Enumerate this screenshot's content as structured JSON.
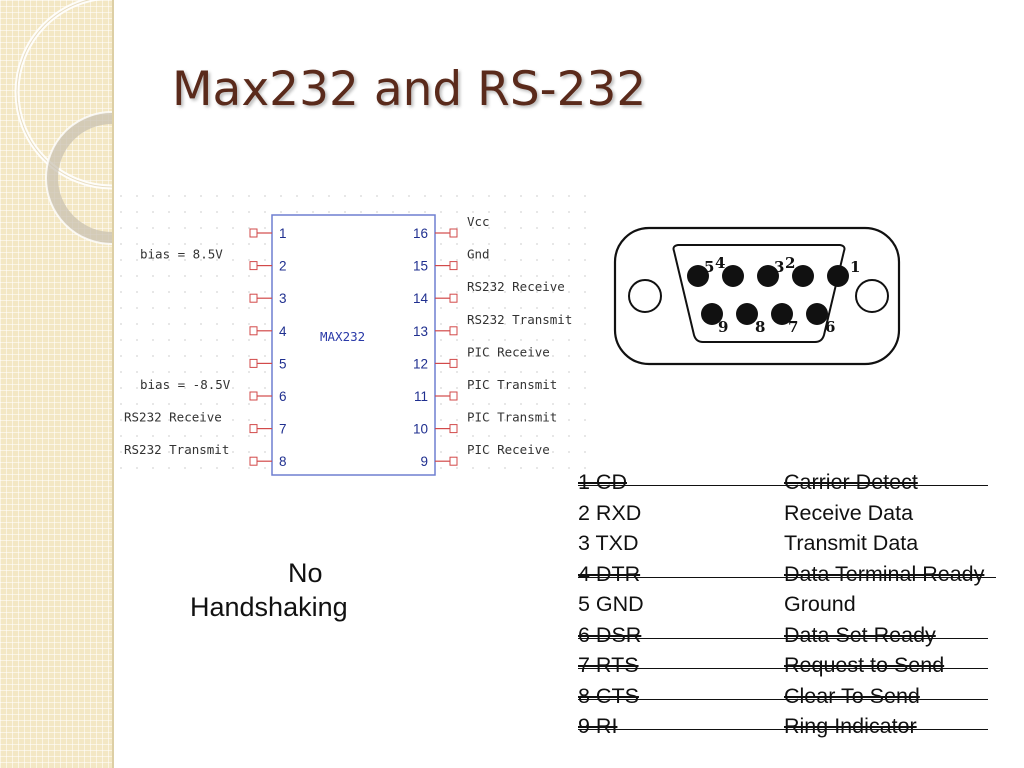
{
  "slide": {
    "title": "Max232 and RS-232",
    "note_line1": "No",
    "note_line2": "Handshaking"
  },
  "schematic": {
    "chip_label": "MAX232",
    "left_pins": [
      {
        "num": "1",
        "label": ""
      },
      {
        "num": "2",
        "label": "bias = 8.5V"
      },
      {
        "num": "3",
        "label": ""
      },
      {
        "num": "4",
        "label": ""
      },
      {
        "num": "5",
        "label": ""
      },
      {
        "num": "6",
        "label": "bias = -8.5V"
      },
      {
        "num": "7",
        "label": "RS232 Receive"
      },
      {
        "num": "8",
        "label": "RS232 Transmit"
      }
    ],
    "right_pins": [
      {
        "num": "16",
        "label": "Vcc"
      },
      {
        "num": "15",
        "label": "Gnd"
      },
      {
        "num": "14",
        "label": "RS232 Receive"
      },
      {
        "num": "13",
        "label": "RS232 Transmit"
      },
      {
        "num": "12",
        "label": "PIC Receive"
      },
      {
        "num": "11",
        "label": "PIC Transmit"
      },
      {
        "num": "10",
        "label": "PIC Transmit"
      },
      {
        "num": "9",
        "label": "PIC Receive"
      }
    ]
  },
  "connector": {
    "top_row": [
      "5",
      "4",
      "3",
      "2",
      "1"
    ],
    "bottom_row": [
      "9",
      "8",
      "7",
      "6"
    ]
  },
  "pinout": [
    {
      "code": "1 CD",
      "name": "Carrier Detect",
      "struck": true
    },
    {
      "code": "2 RXD",
      "name": "Receive Data",
      "struck": false
    },
    {
      "code": "3 TXD",
      "name": "Transmit Data",
      "struck": false
    },
    {
      "code": "4 DTR",
      "name": "Data Terminal Ready",
      "struck": true
    },
    {
      "code": "5 GND",
      "name": "Ground",
      "struck": false
    },
    {
      "code": "6 DSR",
      "name": "Data Set Ready",
      "struck": true
    },
    {
      "code": "7 RTS",
      "name": "Request to Send",
      "struck": true
    },
    {
      "code": "8 CTS",
      "name": "Clear To Send",
      "struck": true
    },
    {
      "code": "9 RI",
      "name": "Ring Indicator",
      "struck": true
    }
  ],
  "colors": {
    "title": "#5a2a1b",
    "side_strip": "#f3e7c4",
    "chip_outline": "#6f7fd0",
    "pin_marker": "#d24a4a"
  }
}
